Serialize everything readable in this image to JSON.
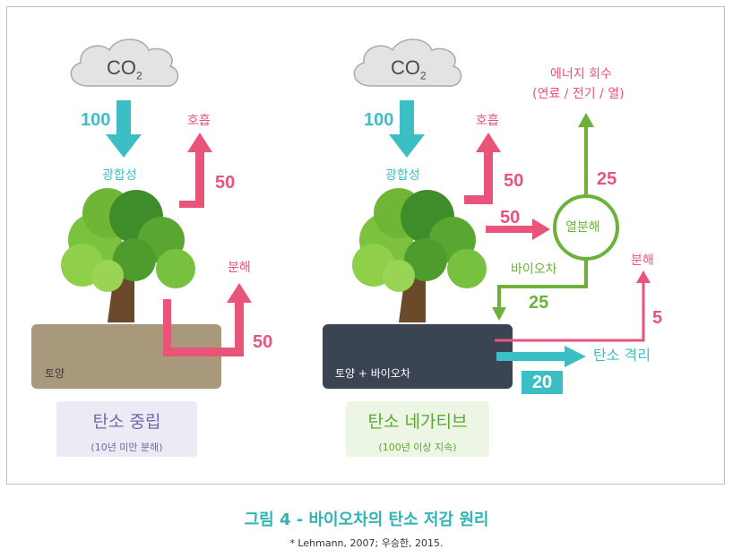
{
  "colors": {
    "teal": "#3cbfc4",
    "pink": "#e8547a",
    "green": "#6cb23a",
    "soil": "#a8997c",
    "soil_dark": "#3b4452",
    "cloud": "#dcdcdc"
  },
  "left": {
    "co2_main": "CO",
    "co2_sub": "2",
    "input_value": "100",
    "photosynthesis": "광합성",
    "respiration": "호흡",
    "respiration_value": "50",
    "decomposition": "분해",
    "decomposition_value": "50",
    "soil_label": "토양",
    "box_title": "탄소 중립",
    "box_subtitle": "(10년 미만 분해)"
  },
  "right": {
    "co2_main": "CO",
    "co2_sub": "2",
    "input_value": "100",
    "photosynthesis": "광합성",
    "respiration": "호흡",
    "respiration_value": "50",
    "pyrolysis_input_value": "50",
    "pyrolysis": "열분해",
    "energy_recovery": "에너지 회수",
    "energy_detail": "(연료 / 전기 / 열)",
    "energy_value": "25",
    "biochar": "바이오차",
    "biochar_value": "25",
    "decomposition": "분해",
    "decomposition_value": "5",
    "sequestration": "탄소 격리",
    "sequestration_value": "20",
    "soil_label": "토양 + 바이오차",
    "box_title": "탄소 네가티브",
    "box_subtitle": "(100년 이상 지속)"
  },
  "caption": {
    "title": "그림 4 - 바이오차의 탄소 저감 원리",
    "source": "* Lehmann, 2007; 우승한, 2015."
  }
}
